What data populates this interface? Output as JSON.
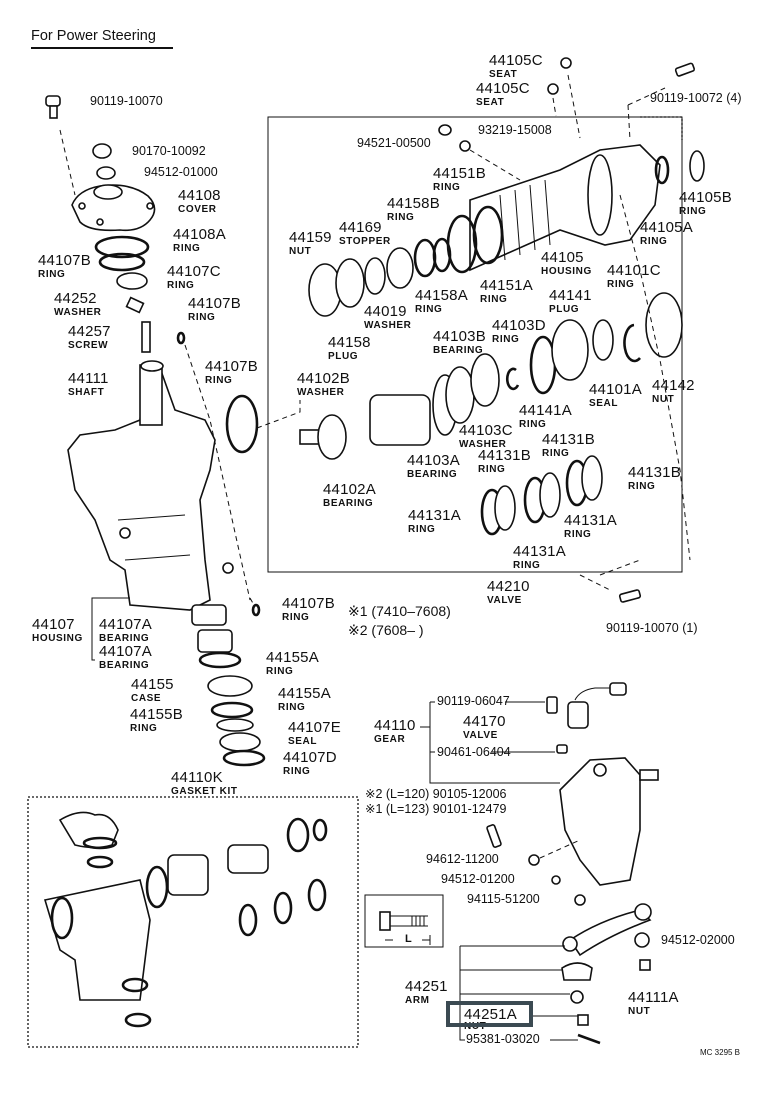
{
  "title": "For Power Steering",
  "catalog_code": "MC 3295 B",
  "highlighted_part": "44251A",
  "highlight_color": "#3b4a52",
  "notes": {
    "note1": "※1  (7410–7608)",
    "note2": "※2  (7608–        )"
  },
  "bolt_legend": {
    "length_label": "L"
  },
  "parts": [
    {
      "id": "p1",
      "number": "90119-10070",
      "name": ""
    },
    {
      "id": "p2",
      "number": "90170-10092",
      "name": ""
    },
    {
      "id": "p3",
      "number": "94512-01000",
      "name": ""
    },
    {
      "id": "p4",
      "number": "44108",
      "name": "COVER"
    },
    {
      "id": "p5",
      "number": "44108A",
      "name": "RING"
    },
    {
      "id": "p6",
      "number": "44107B",
      "name": "RING"
    },
    {
      "id": "p7",
      "number": "44107C",
      "name": "RING"
    },
    {
      "id": "p8",
      "number": "44252",
      "name": "WASHER"
    },
    {
      "id": "p9",
      "number": "44107B",
      "name": "RING"
    },
    {
      "id": "p10",
      "number": "44257",
      "name": "SCREW"
    },
    {
      "id": "p11",
      "number": "44111",
      "name": "SHAFT"
    },
    {
      "id": "p12",
      "number": "44107B",
      "name": "RING"
    },
    {
      "id": "p13",
      "number": "44105C",
      "name": "SEAT"
    },
    {
      "id": "p14",
      "number": "44105C",
      "name": "SEAT"
    },
    {
      "id": "p15",
      "number": "90119-10072 (4)",
      "name": ""
    },
    {
      "id": "p16",
      "number": "93219-15008",
      "name": ""
    },
    {
      "id": "p17",
      "number": "94521-00500",
      "name": ""
    },
    {
      "id": "p18",
      "number": "44151B",
      "name": "RING"
    },
    {
      "id": "p19",
      "number": "44158B",
      "name": "RING"
    },
    {
      "id": "p20",
      "number": "44169",
      "name": "STOPPER"
    },
    {
      "id": "p21",
      "number": "44159",
      "name": "NUT"
    },
    {
      "id": "p22",
      "number": "44105B",
      "name": "RING"
    },
    {
      "id": "p23",
      "number": "44105A",
      "name": "RING"
    },
    {
      "id": "p24",
      "number": "44105",
      "name": "HOUSING"
    },
    {
      "id": "p25",
      "number": "44101C",
      "name": "RING"
    },
    {
      "id": "p26",
      "number": "44158A",
      "name": "RING"
    },
    {
      "id": "p27",
      "number": "44151A",
      "name": "RING"
    },
    {
      "id": "p28",
      "number": "44019",
      "name": "WASHER"
    },
    {
      "id": "p29",
      "number": "44141",
      "name": "PLUG"
    },
    {
      "id": "p30",
      "number": "44158",
      "name": "PLUG"
    },
    {
      "id": "p31",
      "number": "44103B",
      "name": "BEARING"
    },
    {
      "id": "p32",
      "number": "44103D",
      "name": "RING"
    },
    {
      "id": "p33",
      "number": "44102B",
      "name": "WASHER"
    },
    {
      "id": "p34",
      "number": "44101A",
      "name": "SEAL"
    },
    {
      "id": "p35",
      "number": "44142",
      "name": "NUT"
    },
    {
      "id": "p36",
      "number": "44141A",
      "name": "RING"
    },
    {
      "id": "p37",
      "number": "44103C",
      "name": "WASHER"
    },
    {
      "id": "p38",
      "number": "44131B",
      "name": "RING"
    },
    {
      "id": "p39",
      "number": "44103A",
      "name": "BEARING"
    },
    {
      "id": "p40",
      "number": "44131B",
      "name": "RING"
    },
    {
      "id": "p41",
      "number": "44131B",
      "name": "RING"
    },
    {
      "id": "p42",
      "number": "44102A",
      "name": "BEARING"
    },
    {
      "id": "p43",
      "number": "44131A",
      "name": "RING"
    },
    {
      "id": "p44",
      "number": "44131A",
      "name": "RING"
    },
    {
      "id": "p45",
      "number": "44131A",
      "name": "RING"
    },
    {
      "id": "p46",
      "number": "44210",
      "name": "VALVE"
    },
    {
      "id": "p47",
      "number": "90119-10070 (1)",
      "name": ""
    },
    {
      "id": "p48",
      "number": "44107B",
      "name": "RING"
    },
    {
      "id": "p49",
      "number": "44107",
      "name": "HOUSING"
    },
    {
      "id": "p50",
      "number": "44107A",
      "name": "BEARING"
    },
    {
      "id": "p51",
      "number": "44107A",
      "name": "BEARING"
    },
    {
      "id": "p52",
      "number": "44155A",
      "name": "RING"
    },
    {
      "id": "p53",
      "number": "44155",
      "name": "CASE"
    },
    {
      "id": "p54",
      "number": "44155A",
      "name": "RING"
    },
    {
      "id": "p55",
      "number": "44155B",
      "name": "RING"
    },
    {
      "id": "p56",
      "number": "44107E",
      "name": "SEAL"
    },
    {
      "id": "p57",
      "number": "44107D",
      "name": "RING"
    },
    {
      "id": "p58",
      "number": "44110K",
      "name": "GASKET KIT"
    },
    {
      "id": "p59",
      "number": "90119-06047",
      "name": ""
    },
    {
      "id": "p60",
      "number": "44110",
      "name": "GEAR"
    },
    {
      "id": "p61",
      "number": "44170",
      "name": "VALVE"
    },
    {
      "id": "p62",
      "number": "90461-06404",
      "name": ""
    },
    {
      "id": "p63",
      "number": "※2  (L=120)  90105-12006",
      "name": ""
    },
    {
      "id": "p64",
      "number": "※1  (L=123)  90101-12479",
      "name": ""
    },
    {
      "id": "p65",
      "number": "94612-11200",
      "name": ""
    },
    {
      "id": "p66",
      "number": "94512-01200",
      "name": ""
    },
    {
      "id": "p67",
      "number": "94115-51200",
      "name": ""
    },
    {
      "id": "p68",
      "number": "94512-02000",
      "name": ""
    },
    {
      "id": "p69",
      "number": "44251",
      "name": "ARM"
    },
    {
      "id": "p70",
      "number": "44111A",
      "name": "NUT"
    },
    {
      "id": "p71",
      "number": "44251A",
      "name": "NUT"
    },
    {
      "id": "p72",
      "number": "95381-03020",
      "name": ""
    }
  ]
}
